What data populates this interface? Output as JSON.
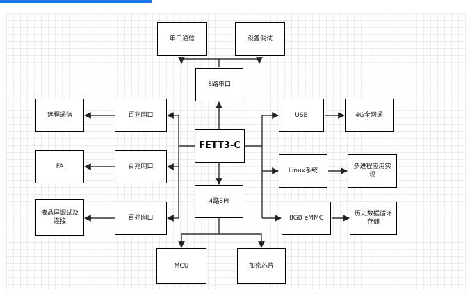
{
  "diagram": {
    "center": "FETT3-C",
    "uart": "8路串口",
    "uart_children": [
      "串口通信",
      "设备调试"
    ],
    "spi": "4路SPI",
    "spi_children": [
      "MCU",
      "加密芯片"
    ],
    "ethernet": [
      {
        "port": "百兆网口",
        "target": "远程通信"
      },
      {
        "port": "百兆网口",
        "target": "FA"
      },
      {
        "port": "百兆网口",
        "target": "液晶屏调试及连接"
      }
    ],
    "right": [
      {
        "node": "USB",
        "target": "4G全网通"
      },
      {
        "node": "Linux系统",
        "target": "多进程应用实现"
      },
      {
        "node": "8GB eMMC",
        "target": "历史数据循环存储"
      }
    ]
  },
  "colors": {
    "line": "#333333",
    "accent": "#1a73e8",
    "border": "#000000"
  }
}
